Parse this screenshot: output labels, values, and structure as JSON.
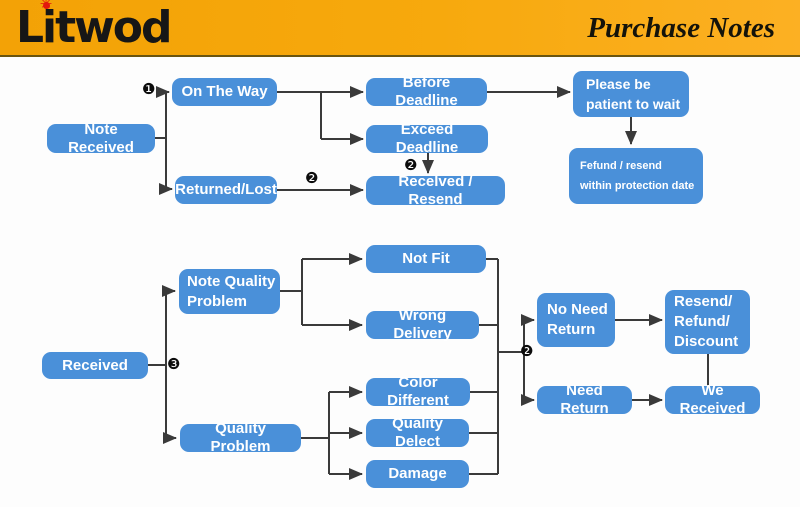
{
  "header": {
    "logo_text": "Litwod",
    "sun_icon": "✳",
    "title": "Purchase Notes"
  },
  "colors": {
    "banner_orange": "#f7a90d",
    "node_blue": "#4a90d9",
    "node_text": "#ffffff",
    "line": "#3a3a3a",
    "logo_sun_red": "#e3170d"
  },
  "markers": {
    "step1": "❶",
    "step2": "❷",
    "step3": "❸"
  },
  "flow_top": {
    "note_received": "Note Received",
    "on_the_way": "On The Way",
    "returned_lost": "Returned/Lost",
    "before_deadline": "Before Deadline",
    "exceed_deadline": "Exceed Deadline",
    "received_resend": "Recelved / Resend",
    "please_wait": "Please be\npatient to wait",
    "refund_protection": "Fefund / resend\nwithin protection date"
  },
  "flow_bottom": {
    "received": "Received",
    "note_quality_problem": "Note Quality\nProblem",
    "quality_problem": "Quality Problem",
    "not_fit": "Not Fit",
    "wrong_delivery": "Wrong Delivery",
    "color_different": "Color Different",
    "quality_delect": "Quality Delect",
    "damage": "Damage",
    "no_need_return": "No Need\nReturn",
    "need_return": "Need Return",
    "resend_refund_discount": "Resend/\nRefund/\nDiscount",
    "we_received": "We Received"
  }
}
